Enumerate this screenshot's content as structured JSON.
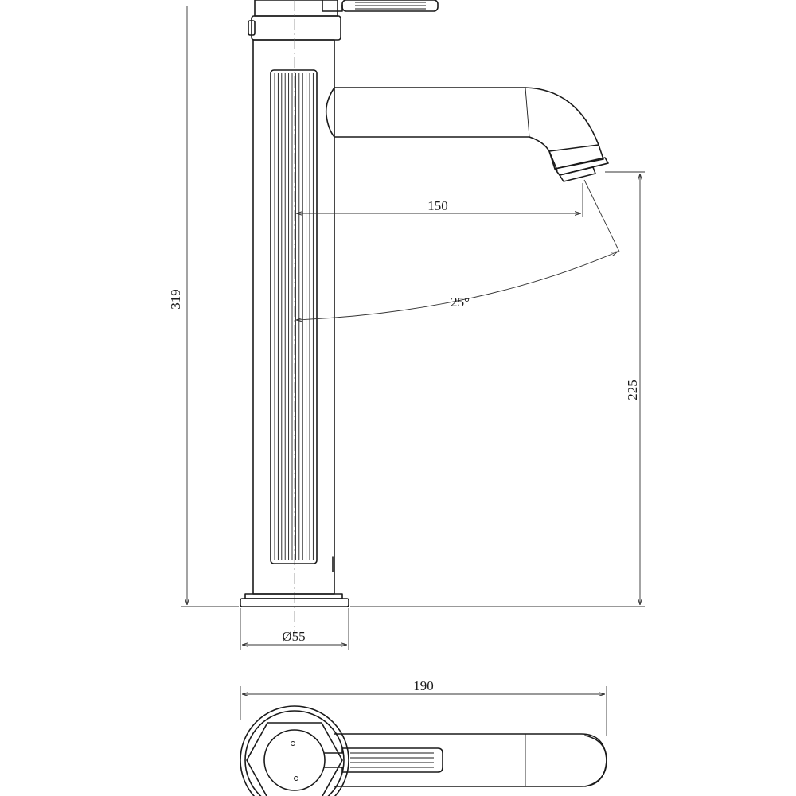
{
  "dimensions": {
    "overall_height": "319",
    "spout_reach": "150",
    "spout_angle": "25°",
    "spout_height": "225",
    "base_diameter": "Ø55",
    "plan_length": "190"
  },
  "colors": {
    "line": "#1a1a1a",
    "background": "#ffffff"
  }
}
